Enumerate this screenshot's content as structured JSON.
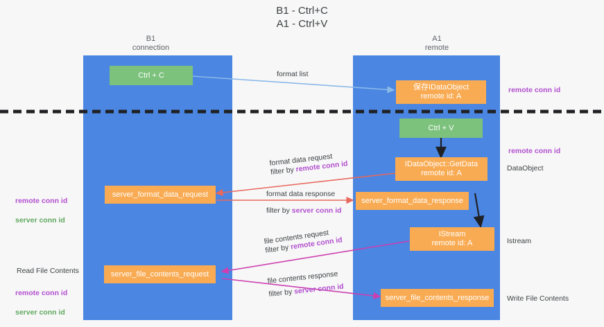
{
  "title": "B1 - Ctrl+C\nA1 - Ctrl+V",
  "colors": {
    "lane": "#4a86e2",
    "node_orange": "#f9ab53",
    "node_green": "#7cc27c",
    "accent_purple": "#b24fcf",
    "accent_green": "#5fa85f",
    "arrow_blue": "#8bb9e8",
    "arrow_red": "#e8685d",
    "arrow_magenta": "#cc3fb0",
    "arrow_black": "#202124",
    "divider": "#202124",
    "background": "#f7f7f7"
  },
  "columns": [
    {
      "name": "B1\nconnection"
    },
    {
      "name": "A1\nremote"
    }
  ],
  "nodes": [
    {
      "id": "ctrl-c",
      "label": "Ctrl + C"
    },
    {
      "id": "ctrl-v",
      "label": "Ctrl + V"
    },
    {
      "id": "save-idataobject",
      "label": "保存IDataObject\nremote id: A"
    },
    {
      "id": "idataobject-getdata",
      "label": "IDataObject::GetData\nremote id: A"
    },
    {
      "id": "server-format-data-request",
      "label": "server_format_data_request"
    },
    {
      "id": "server-format-data-response",
      "label": "server_format_data_response"
    },
    {
      "id": "istream",
      "label": "IStream\nremote id: A"
    },
    {
      "id": "server-file-contents-request",
      "label": "server_file_contents_request"
    },
    {
      "id": "server-file-contents-response",
      "label": "server_file_contents_response"
    }
  ],
  "edges": [
    {
      "id": "format-list",
      "label": "format list",
      "filter_prefix": "",
      "filter_value": ""
    },
    {
      "id": "format-data-request",
      "label": "format data request",
      "filter_prefix": "filter by ",
      "filter_value": "remote conn id"
    },
    {
      "id": "format-data-response",
      "label": "format data response",
      "filter_prefix": "filter by ",
      "filter_value": "server conn id"
    },
    {
      "id": "file-contents-request",
      "label": "file contents request",
      "filter_prefix": "filter by ",
      "filter_value": "remote conn id"
    },
    {
      "id": "file-contents-response",
      "label": "file contents response",
      "filter_prefix": "filter by ",
      "filter_value": "server conn id"
    }
  ],
  "left_annotations": [
    {
      "id": "left-conn-ids",
      "purple": "remote conn id",
      "green": "server conn id"
    },
    {
      "id": "read-file-contents",
      "plain": "Read File Contents"
    },
    {
      "id": "left-conn-ids-2",
      "purple": "remote conn id",
      "green": "server conn id"
    }
  ],
  "right_annotations": [
    {
      "id": "right-remote-conn-id-top",
      "text": "remote conn id",
      "style": "purple"
    },
    {
      "id": "right-remote-conn-id-mid",
      "text": "remote conn id",
      "style": "purple"
    },
    {
      "id": "right-dataobject",
      "text": "DataObject",
      "style": "plain"
    },
    {
      "id": "right-istream",
      "text": "Istream",
      "style": "plain"
    },
    {
      "id": "right-write-file-contents",
      "text": "Write File Contents",
      "style": "plain"
    }
  ]
}
